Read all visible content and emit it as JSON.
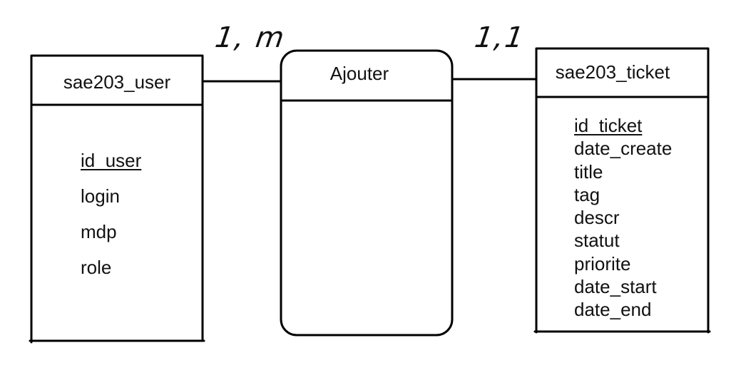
{
  "entities": {
    "user": {
      "title": "sae203_user",
      "attributes": [
        "id_user",
        "login",
        "mdp",
        "role"
      ]
    },
    "ticket": {
      "title": "sae203_ticket",
      "attributes": [
        "id_ticket",
        "date_create",
        "title",
        "tag",
        "descr",
        "statut",
        "priorite",
        "date_start",
        "date_end"
      ]
    }
  },
  "association": {
    "title": "Ajouter"
  },
  "cardinalities": {
    "user_side": "1, m",
    "ticket_side": "1,1"
  }
}
